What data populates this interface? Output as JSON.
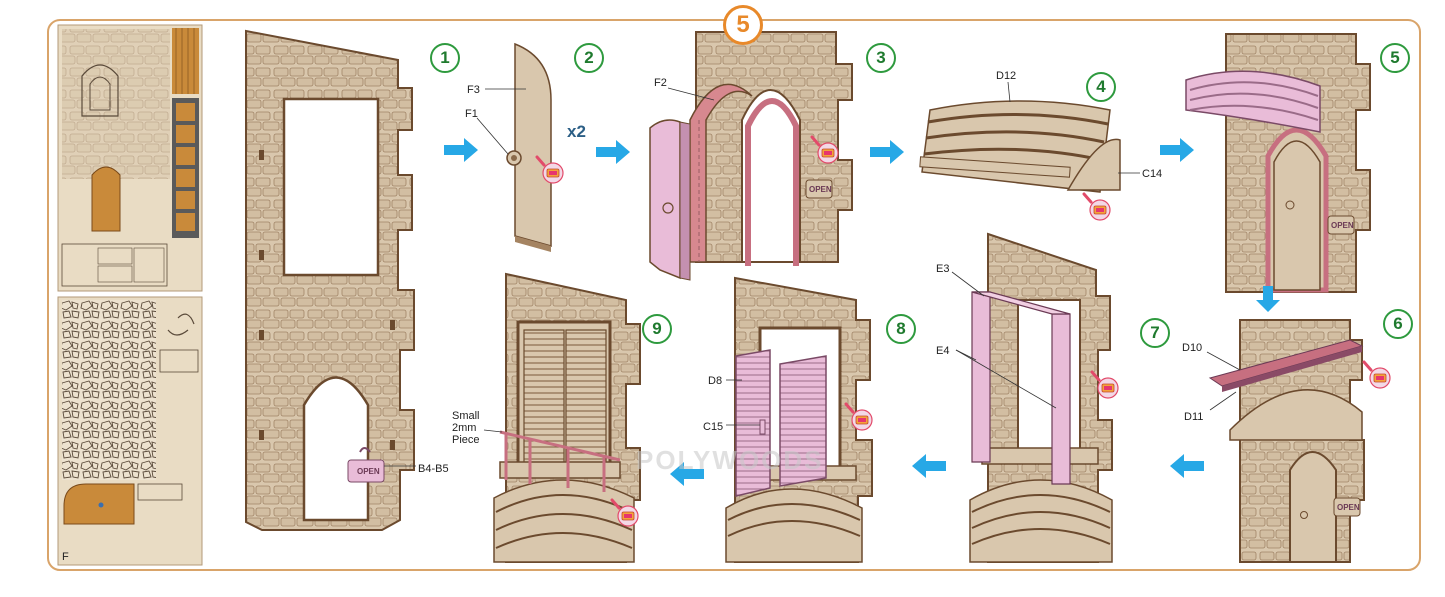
{
  "stage": {
    "number": "5",
    "accent_color": "#e8892a"
  },
  "steps": [
    "1",
    "2",
    "3",
    "4",
    "5",
    "6",
    "7",
    "8",
    "9"
  ],
  "multiplier": "x2",
  "labels": {
    "f3": "F3",
    "f1": "F1",
    "f2": "F2",
    "d12": "D12",
    "c14": "C14",
    "d10": "D10",
    "d11": "D11",
    "e3": "E3",
    "e4": "E4",
    "d8": "D8",
    "c15": "C15",
    "small_piece": "Small\n2mm\nPiece",
    "b4b5": "B4-B5"
  },
  "sign_text": "OPEN",
  "watermark": "POLYWOODS",
  "sheet_label": "F",
  "colors": {
    "wood": "#d9c7ad",
    "wood_dark": "#6b4a2e",
    "pink": "#e9bcd8",
    "arrow": "#27a8e6",
    "frame": "#d9a46a",
    "step_ring": "#2e9a3e"
  },
  "icons": [
    "glue-icon",
    "arrow-right-icon",
    "arrow-left-icon",
    "arrow-down-icon",
    "open-sign-icon"
  ]
}
